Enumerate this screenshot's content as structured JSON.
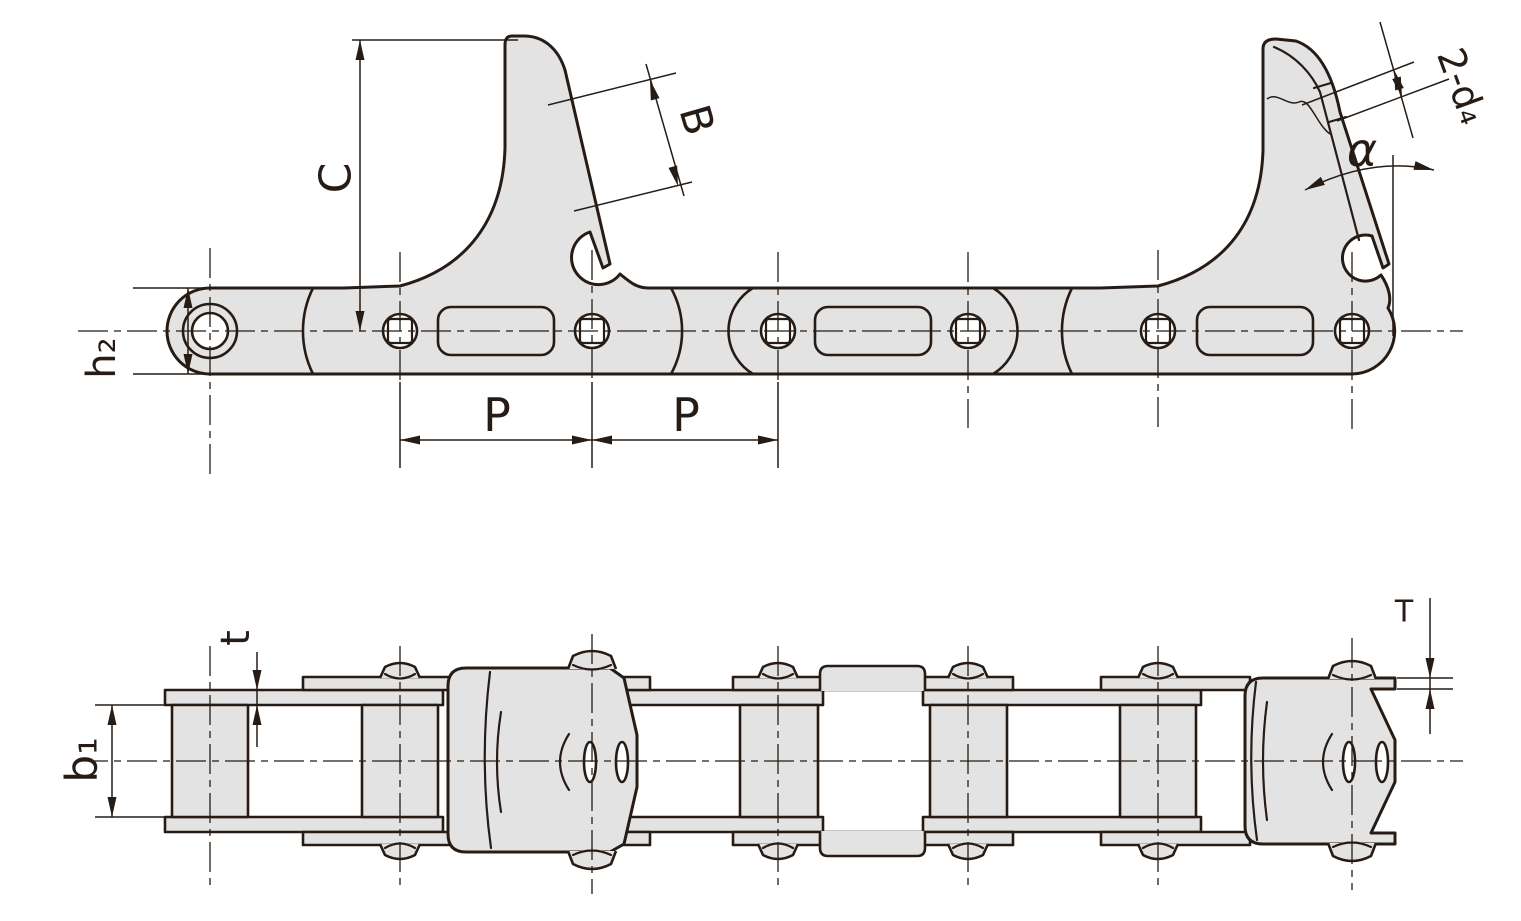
{
  "drawing_type": "chain engineering drawing, two orthographic views",
  "colors": {
    "line": "#261c15",
    "fill": "#e3e3e3",
    "bg": "#ffffff"
  },
  "labels": {
    "C": "C",
    "B": "B",
    "h2": "h₂",
    "P_left": "P",
    "P_right": "P",
    "two_d4": "2-d₄",
    "alpha": "α",
    "t": "t",
    "b1": "b₁",
    "T": "T"
  }
}
